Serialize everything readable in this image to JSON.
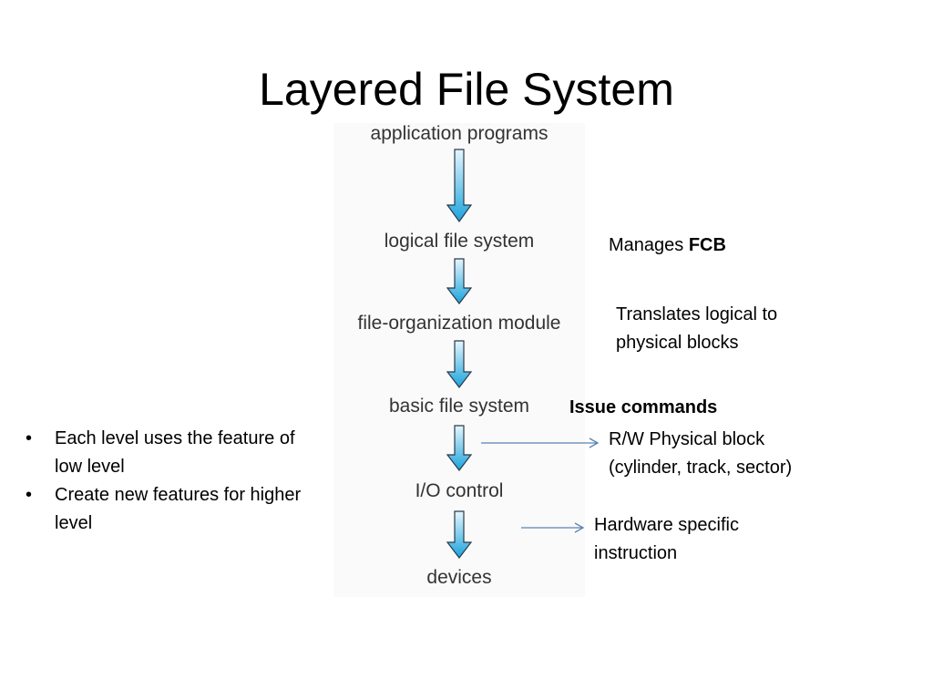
{
  "title": "Layered File System",
  "layers": [
    "application programs",
    "logical file system",
    "file-organization module",
    "basic file system",
    "I/O control",
    "devices"
  ],
  "notes": {
    "logical_prefix": "Manages ",
    "logical_bold": "FCB",
    "file_org_line1": "Translates logical to",
    "file_org_line2": "physical blocks",
    "basic_heading": "Issue commands",
    "basic_line1": "R/W Physical block",
    "basic_line2": "(cylinder, track, sector)",
    "io_line1": "Hardware specific",
    "io_line2": "instruction"
  },
  "bullets": [
    "Each level uses the feature of low level",
    "Create new features for higher level"
  ],
  "bullet_symbol": "•",
  "colors": {
    "arrow_top": "#e6f6fd",
    "arrow_bottom": "#1aa3dc",
    "arrow_stroke": "#2a3a4a",
    "connector": "#5a82b4"
  }
}
